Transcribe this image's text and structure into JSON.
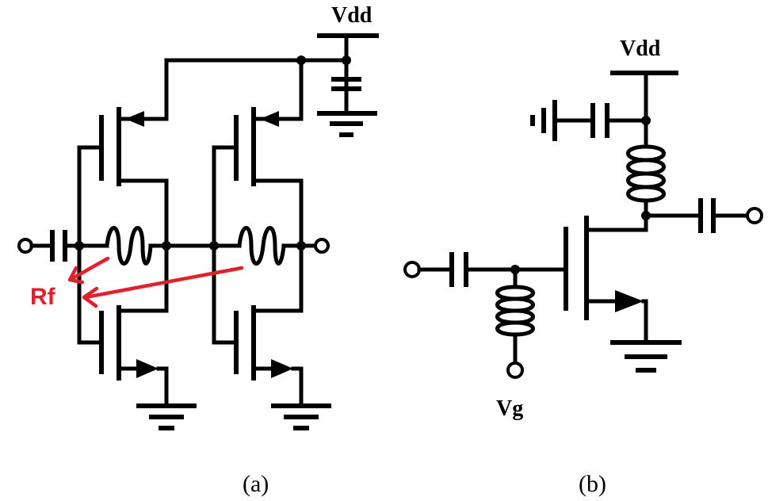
{
  "circuit_a": {
    "supply_label": "Vdd",
    "feedback_label": "Rf",
    "caption": "(a)"
  },
  "circuit_b": {
    "supply_label": "Vdd",
    "gate_label": "Vg",
    "caption": "(b)"
  },
  "colors": {
    "wire": "#000000",
    "annotation": "#e0202a",
    "background": "#ffffff"
  }
}
